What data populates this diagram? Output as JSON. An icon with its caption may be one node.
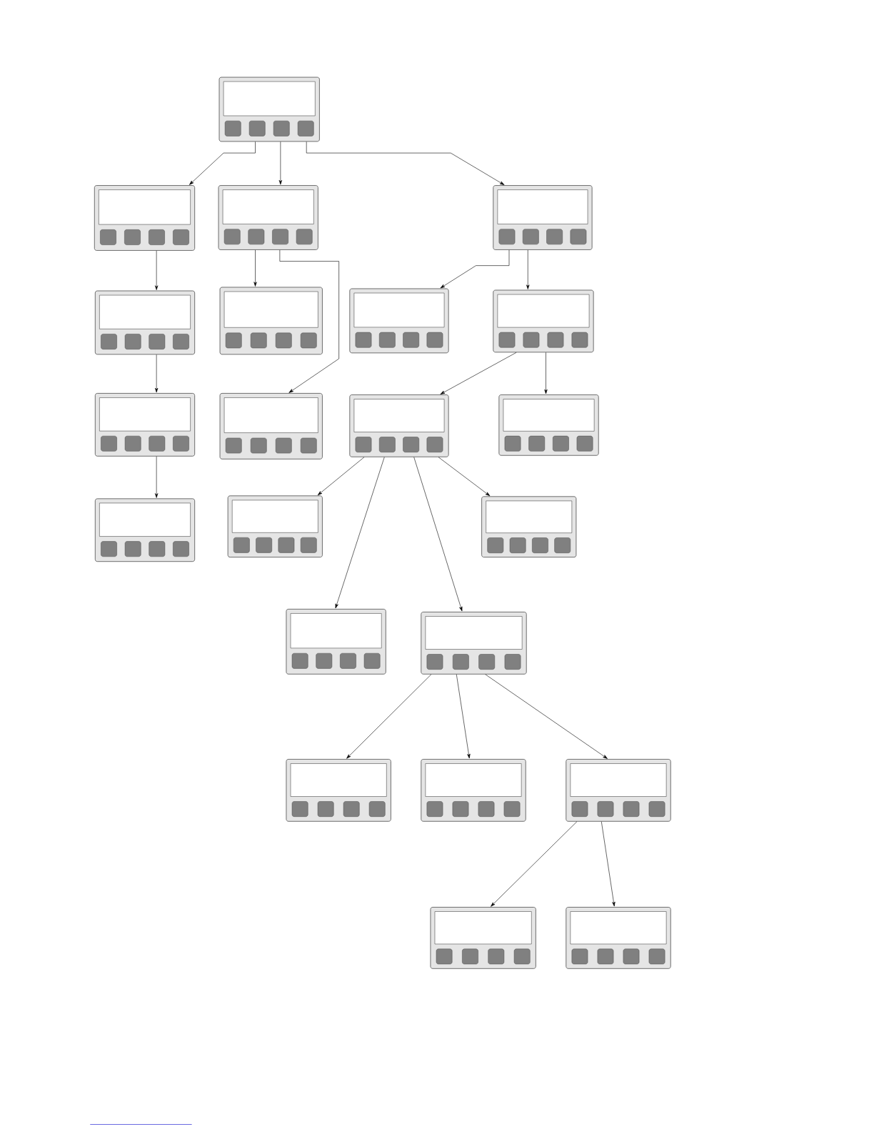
{
  "diagram": {
    "nodes": [
      {
        "text": [],
        "shape": "box"
      },
      {
        "text": [],
        "shape": "box"
      },
      {
        "text": [],
        "shape": "box"
      },
      {
        "text": [],
        "shape": "box"
      },
      {
        "text": [],
        "shape": "box"
      },
      {
        "text": [],
        "shape": "box"
      },
      {
        "text": [],
        "shape": "box"
      },
      {
        "text": [],
        "shape": "box"
      },
      {
        "text": [],
        "shape": "box"
      },
      {
        "text": [],
        "shape": "box"
      },
      {
        "text": [],
        "shape": "box"
      },
      {
        "text": [],
        "shape": "box"
      },
      {
        "text": [],
        "shape": "box"
      },
      {
        "text": [],
        "shape": "box"
      },
      {
        "text": [],
        "shape": "box"
      },
      {
        "text": [],
        "shape": "box"
      },
      {
        "text": [],
        "shape": "box"
      },
      {
        "text": [],
        "shape": "box"
      },
      {
        "text": [],
        "shape": "box"
      },
      {
        "text": [],
        "shape": "box"
      },
      {
        "text": [],
        "shape": "box"
      },
      {
        "text": [],
        "shape": "box"
      }
    ],
    "edges": [
      {
        "from": 0,
        "to": 1,
        "arrow": "to"
      },
      {
        "from": 0,
        "to": 2,
        "arrow": "to"
      },
      {
        "from": 0,
        "to": 3,
        "arrow": "to"
      },
      {
        "from": 1,
        "to": 4,
        "arrow": "to"
      },
      {
        "from": 2,
        "to": 5,
        "arrow": "to"
      },
      {
        "from": 2,
        "to": 9,
        "arrow": "to"
      },
      {
        "from": 3,
        "to": 6,
        "arrow": "to"
      },
      {
        "from": 3,
        "to": 7,
        "arrow": "to"
      },
      {
        "from": 4,
        "to": 8,
        "arrow": "to"
      },
      {
        "from": 7,
        "to": 10,
        "arrow": "to"
      },
      {
        "from": 7,
        "to": 11,
        "arrow": "to"
      },
      {
        "from": 8,
        "to": 12,
        "arrow": "to"
      },
      {
        "from": 10,
        "to": 13,
        "arrow": "to"
      },
      {
        "from": 10,
        "to": 15,
        "arrow": "to"
      },
      {
        "from": 10,
        "to": 16,
        "arrow": "to"
      },
      {
        "from": 10,
        "to": 14,
        "arrow": "to"
      },
      {
        "from": 16,
        "to": 17,
        "arrow": "to"
      },
      {
        "from": 16,
        "to": 18,
        "arrow": "to"
      },
      {
        "from": 16,
        "to": 19,
        "arrow": "to"
      },
      {
        "from": 19,
        "to": 20,
        "arrow": "to"
      },
      {
        "from": 19,
        "to": 21,
        "arrow": "to"
      }
    ]
  }
}
